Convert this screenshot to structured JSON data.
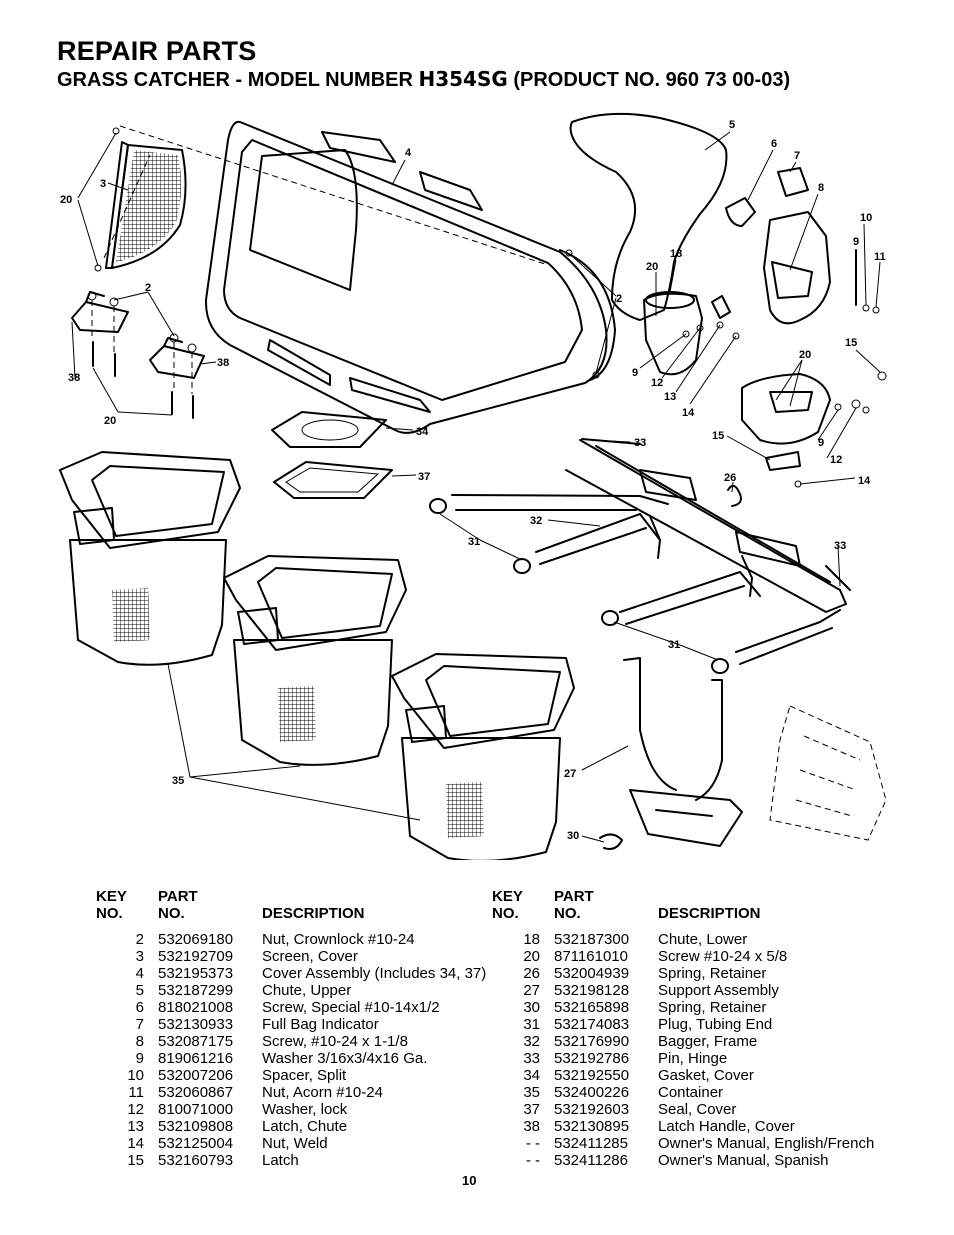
{
  "header": {
    "title": "REPAIR PARTS",
    "subtitle_prefix": "GRASS CATCHER - MODEL NUMBER ",
    "model_number": "H354SG",
    "subtitle_suffix": " (PRODUCT NO. 960 73 00-03)"
  },
  "diagram": {
    "callouts": [
      "20",
      "3",
      "4",
      "5",
      "6",
      "7",
      "8",
      "10",
      "9",
      "11",
      "2",
      "18",
      "20",
      "2",
      "38",
      "38",
      "20",
      "9",
      "12",
      "13",
      "14",
      "15",
      "20",
      "34",
      "33",
      "9",
      "12",
      "15",
      "14",
      "37",
      "26",
      "32",
      "31",
      "33",
      "31",
      "35",
      "27",
      "30"
    ]
  },
  "table": {
    "headers": {
      "key_line1": "KEY",
      "key_line2": "NO.",
      "part_line1": "PART",
      "part_line2": "NO.",
      "description": "DESCRIPTION"
    },
    "left": [
      {
        "key": "2",
        "part": "532069180",
        "desc": "Nut, Crownlock #10-24"
      },
      {
        "key": "3",
        "part": "532192709",
        "desc": "Screen, Cover"
      },
      {
        "key": "4",
        "part": "532195373",
        "desc": "Cover Assembly (Includes 34, 37)"
      },
      {
        "key": "5",
        "part": "532187299",
        "desc": "Chute, Upper"
      },
      {
        "key": "6",
        "part": "818021008",
        "desc": "Screw, Special #10-14x1/2"
      },
      {
        "key": "7",
        "part": "532130933",
        "desc": "Full Bag Indicator"
      },
      {
        "key": "8",
        "part": "532087175",
        "desc": "Screw, #10-24 x 1-1/8"
      },
      {
        "key": "9",
        "part": "819061216",
        "desc": "Washer 3/16x3/4x16 Ga."
      },
      {
        "key": "10",
        "part": "532007206",
        "desc": "Spacer, Split"
      },
      {
        "key": "11",
        "part": "532060867",
        "desc": "Nut, Acorn #10-24"
      },
      {
        "key": "12",
        "part": "810071000",
        "desc": "Washer, lock"
      },
      {
        "key": "13",
        "part": "532109808",
        "desc": "Latch, Chute"
      },
      {
        "key": "14",
        "part": "532125004",
        "desc": "Nut, Weld"
      },
      {
        "key": "15",
        "part": "532160793",
        "desc": "Latch"
      }
    ],
    "right": [
      {
        "key": "18",
        "part": "532187300",
        "desc": "Chute, Lower"
      },
      {
        "key": "20",
        "part": "871161010",
        "desc": "Screw #10-24 x 5/8"
      },
      {
        "key": "26",
        "part": "532004939",
        "desc": "Spring, Retainer"
      },
      {
        "key": "27",
        "part": "532198128",
        "desc": "Support Assembly"
      },
      {
        "key": "30",
        "part": "532165898",
        "desc": "Spring, Retainer"
      },
      {
        "key": "31",
        "part": "532174083",
        "desc": "Plug, Tubing End"
      },
      {
        "key": "32",
        "part": "532176990",
        "desc": "Bagger, Frame"
      },
      {
        "key": "33",
        "part": "532192786",
        "desc": "Pin, Hinge"
      },
      {
        "key": "34",
        "part": "532192550",
        "desc": "Gasket, Cover"
      },
      {
        "key": "35",
        "part": "532400226",
        "desc": "Container"
      },
      {
        "key": "37",
        "part": "532192603",
        "desc": "Seal, Cover"
      },
      {
        "key": "38",
        "part": "532130895",
        "desc": "Latch Handle, Cover"
      },
      {
        "key": "- -",
        "part": "532411285",
        "desc": "Owner's Manual, English/French"
      },
      {
        "key": "- -",
        "part": "532411286",
        "desc": "Owner's Manual, Spanish"
      }
    ]
  },
  "footer": {
    "page_number": "10"
  }
}
